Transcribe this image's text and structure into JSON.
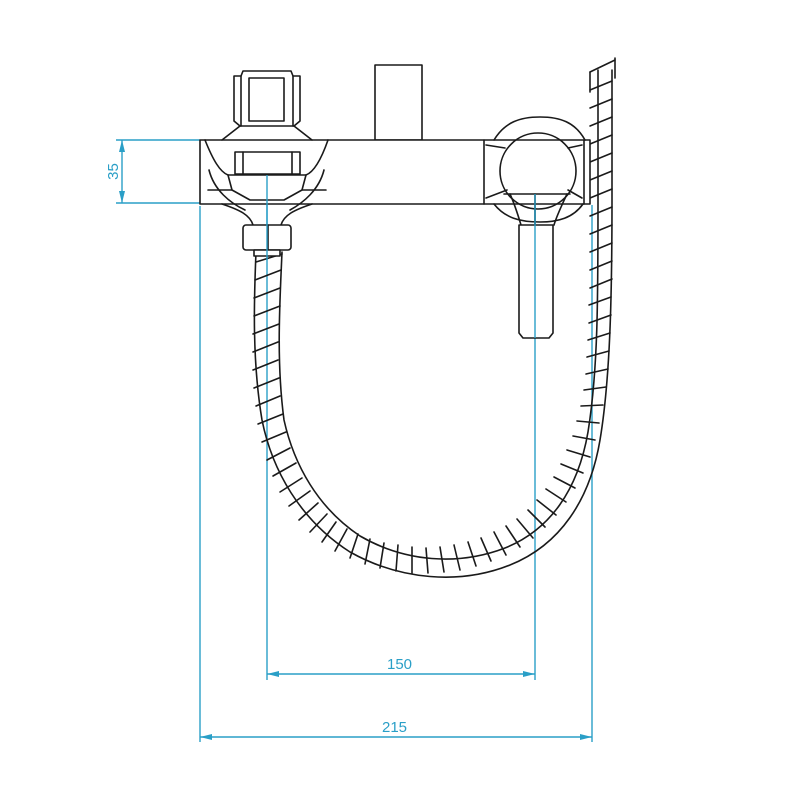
{
  "drawing": {
    "subject": "wall-mounted bath mixer with shower hose",
    "line_color": "#1a1a1a",
    "dimension_color": "#2a9fc7",
    "background": "#ffffff"
  },
  "dimensions": {
    "body_height": {
      "value": "35",
      "orientation": "vertical"
    },
    "inlet_spacing": {
      "value": "150",
      "orientation": "horizontal"
    },
    "overall_width": {
      "value": "215",
      "orientation": "horizontal"
    }
  }
}
